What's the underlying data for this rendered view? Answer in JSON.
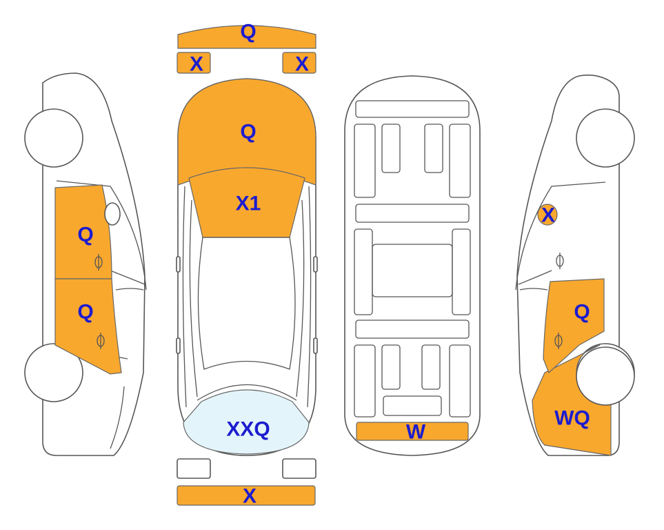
{
  "colors": {
    "damaged": "#f9a82e",
    "glass_marked": "#e3f5fb",
    "label": "#1c1ccf"
  },
  "labels": {
    "front_bumper_strip": "Q",
    "headlight_left": "X",
    "headlight_right": "X",
    "hood": "Q",
    "windshield": "X1",
    "rear_window": "XXQ",
    "rear_bumper_strip": "X",
    "underbody_rear_bar": "W",
    "left_front_door": "Q",
    "left_rear_door": "Q",
    "right_mirror_area": "X",
    "right_front_door": "Q",
    "right_quarter_panel": "WQ"
  }
}
